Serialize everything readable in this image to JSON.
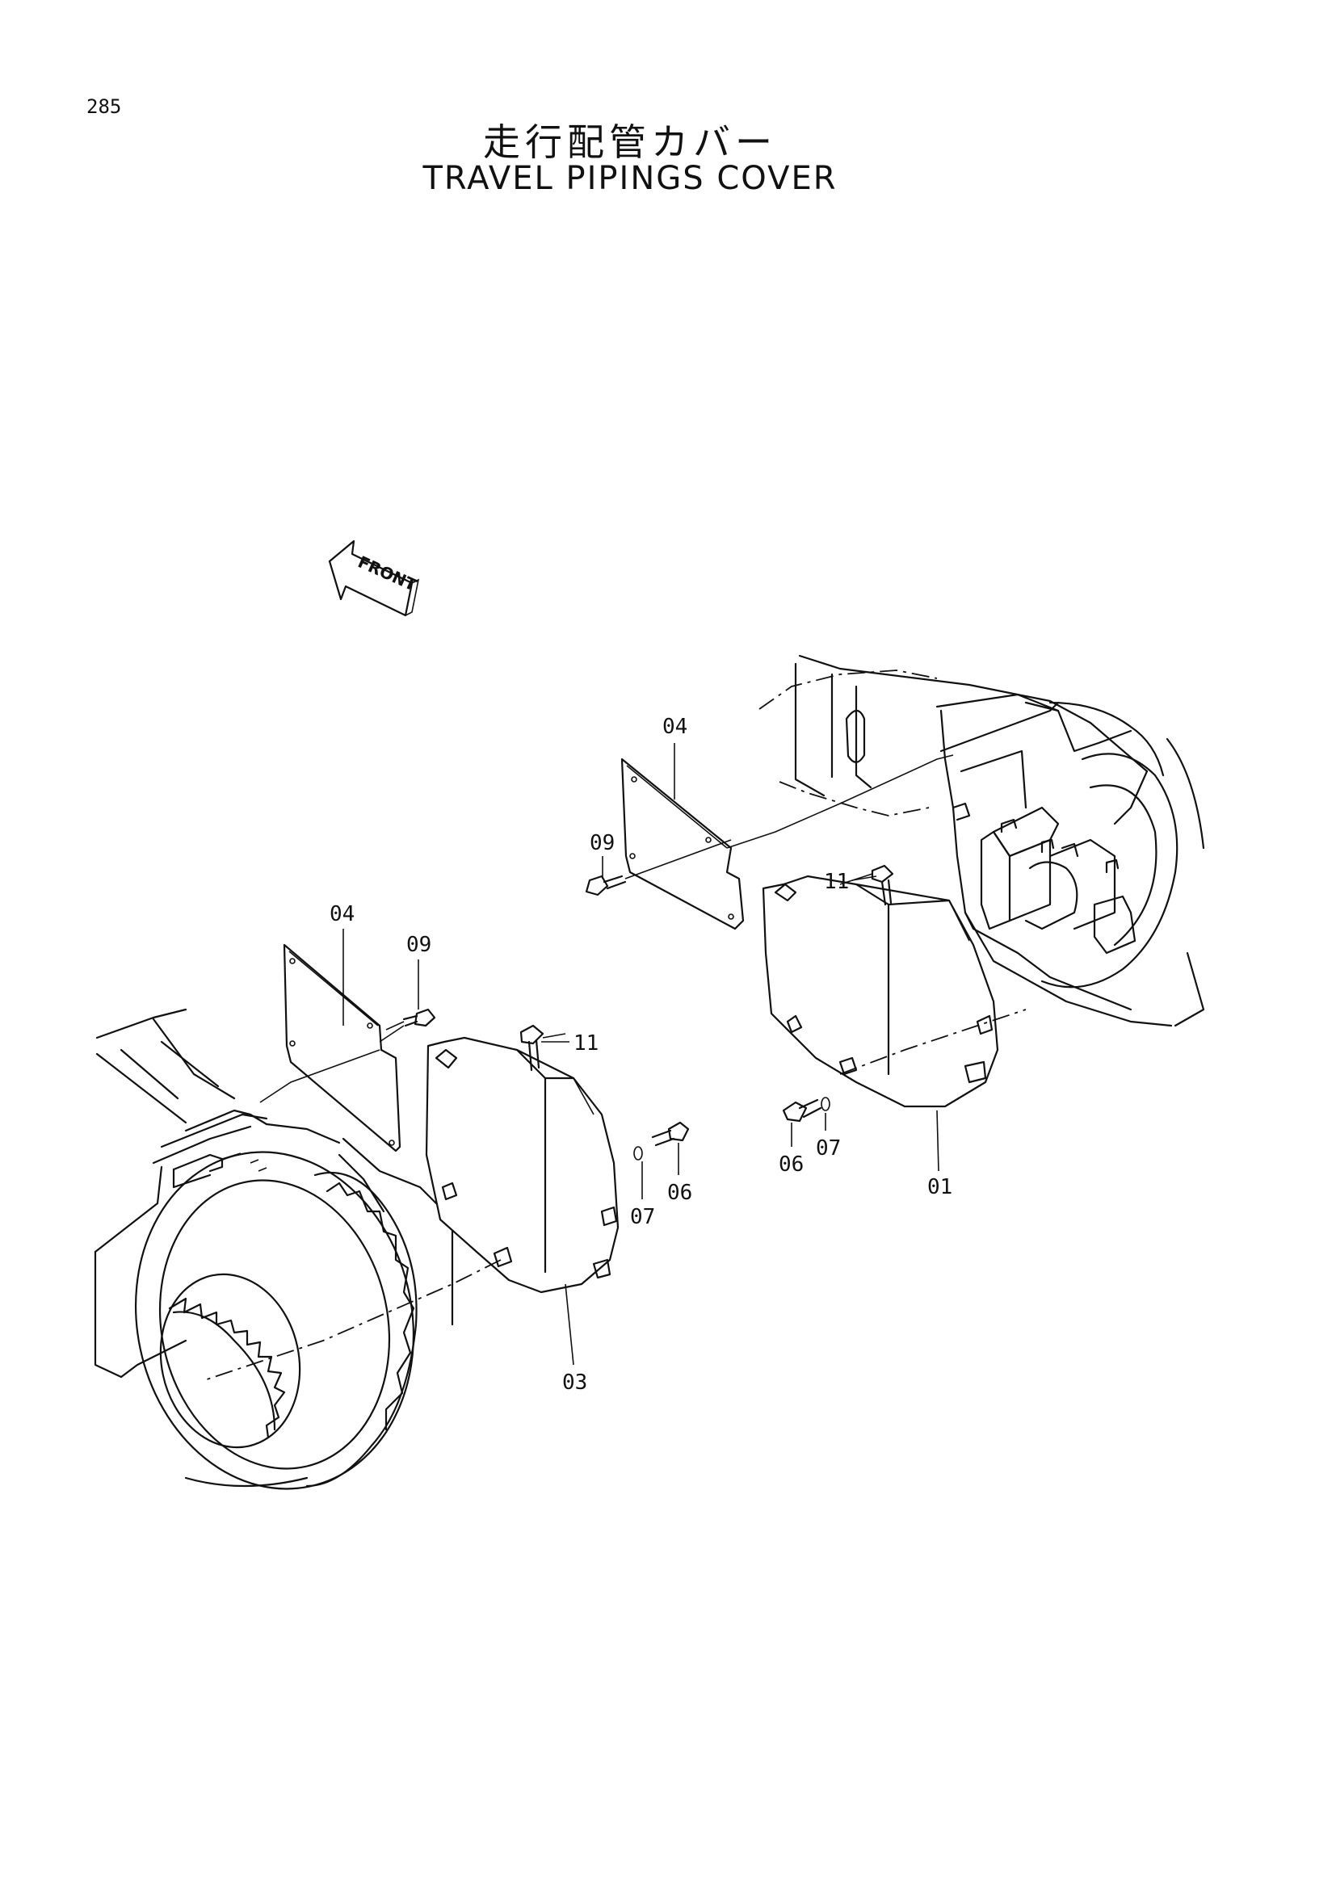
{
  "page_number": "285",
  "title_ja": "走行配管カバー",
  "title_en": "TRAVEL PIPINGS COVER",
  "front_label": "FRONT",
  "callouts": {
    "c04_top": "04",
    "c09_top": "09",
    "c11_right": "11",
    "c04_left": "04",
    "c09_left": "09",
    "c11_left": "11",
    "c06_right": "06",
    "c07_right": "07",
    "c01": "01",
    "c07_left": "07",
    "c06_left": "06",
    "c03": "03"
  }
}
